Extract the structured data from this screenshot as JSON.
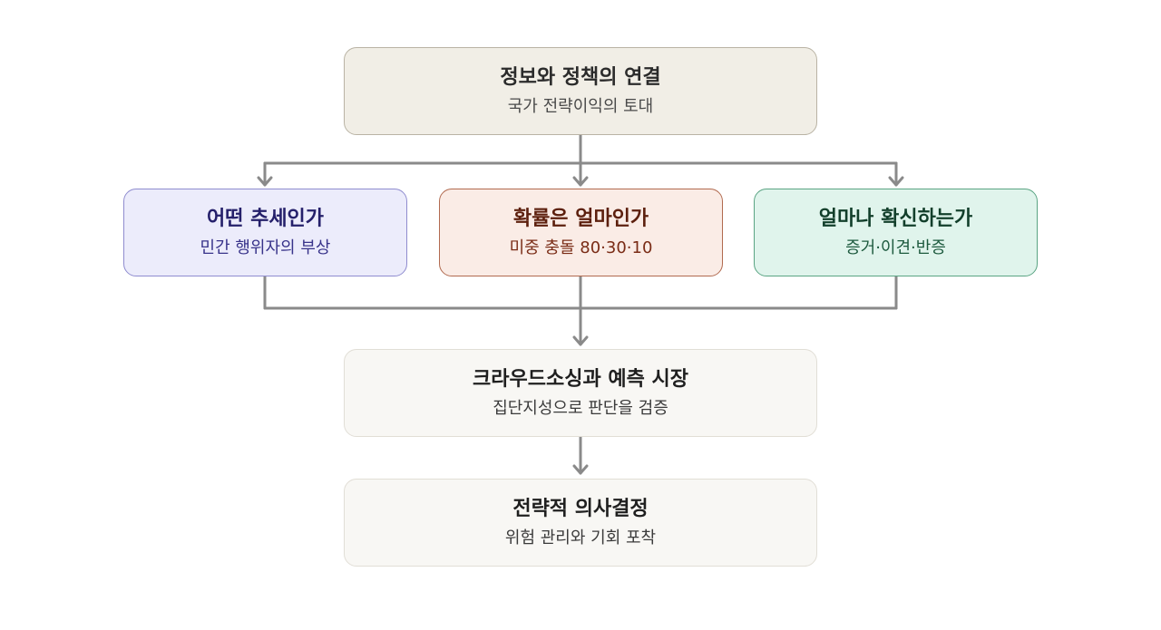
{
  "nodes": {
    "top": {
      "title": "정보와 정책의 연결",
      "subtitle": "국가 전략이익의 토대"
    },
    "trend": {
      "title": "어떤 추세인가",
      "subtitle": "민간 행위자의 부상"
    },
    "probability": {
      "title": "확률은 얼마인가",
      "subtitle": "미중 충돌 80·30·10"
    },
    "confidence": {
      "title": "얼마나 확신하는가",
      "subtitle": "증거·이견·반증"
    },
    "crowd": {
      "title": "크라우드소싱과 예측 시장",
      "subtitle": "집단지성으로 판단을 검증"
    },
    "decision": {
      "title": "전략적 의사결정",
      "subtitle": "위험 관리와 기회 포착"
    }
  },
  "colors": {
    "connector": "#8a8a8a",
    "trend_accent": "#8f8ccf",
    "probability_accent": "#b16a4f",
    "confidence_accent": "#5aa483"
  }
}
